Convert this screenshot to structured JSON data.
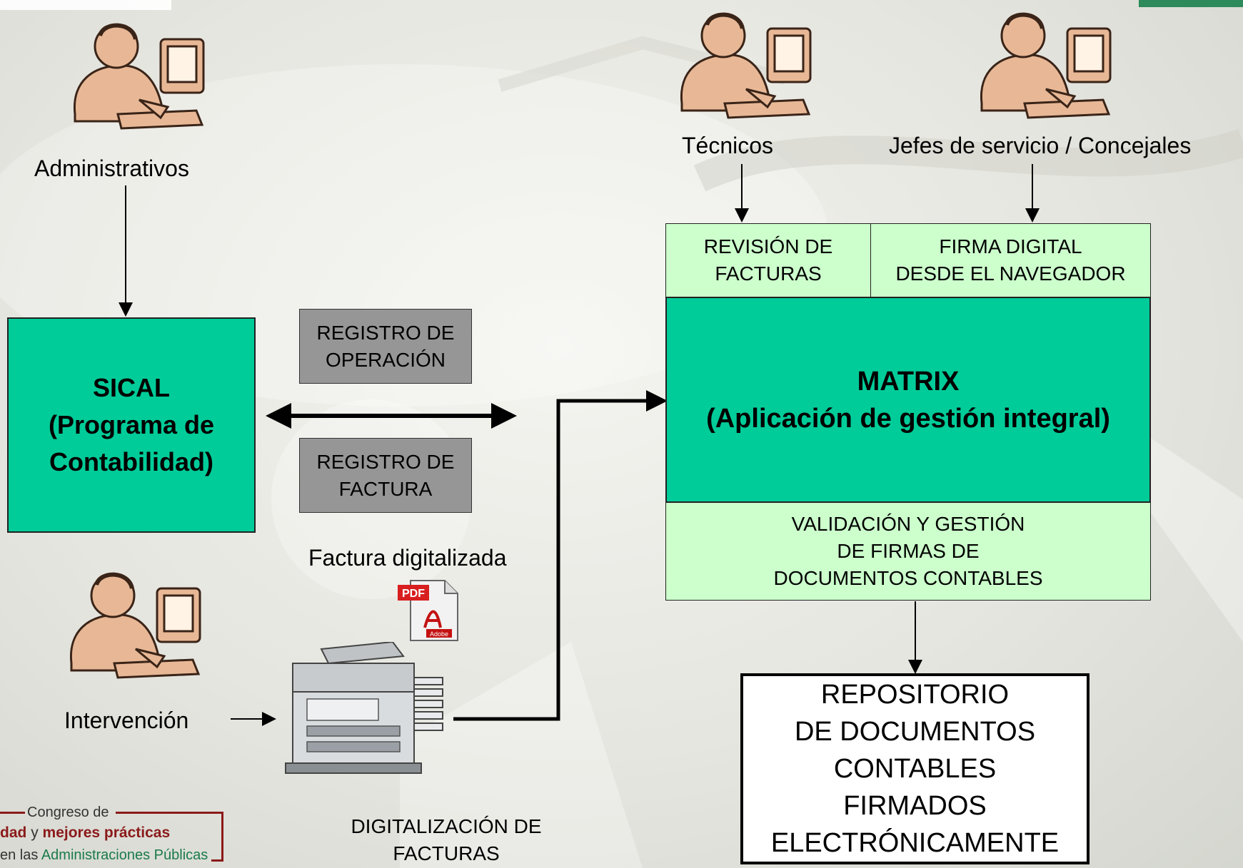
{
  "roles": {
    "administrativos": "Administrativos",
    "tecnicos": "Técnicos",
    "jefes": "Jefes de servicio / Concejales",
    "intervencion": "Intervención"
  },
  "sical": {
    "line1": "SICAL",
    "line2": "(Programa de",
    "line3": "Contabilidad)"
  },
  "registro_operacion": {
    "line1": "REGISTRO DE",
    "line2": "OPERACIÓN"
  },
  "registro_factura": {
    "line1": "REGISTRO DE",
    "line2": "FACTURA"
  },
  "matrix": {
    "revision": {
      "line1": "REVISIÓN DE",
      "line2": "FACTURAS"
    },
    "firma": {
      "line1": "FIRMA DIGITAL",
      "line2": "DESDE EL NAVEGADOR"
    },
    "title": "MATRIX",
    "subtitle": "(Aplicación de gestión integral)",
    "validacion": {
      "line1": "VALIDACIÓN Y GESTIÓN",
      "line2": "DE FIRMAS DE",
      "line3": "DOCUMENTOS CONTABLES"
    }
  },
  "factura_digitalizada": "Factura digitalizada",
  "pdf_icon": {
    "name": "pdf-file-icon",
    "badge": "PDF",
    "brand": "Adobe"
  },
  "scanner_icon": "scanner-copier-icon",
  "digitalizacion": {
    "line1": "DIGITALIZACIÓN DE",
    "line2": "FACTURAS"
  },
  "repositorio": {
    "line1": "REPOSITORIO",
    "line2": "DE DOCUMENTOS",
    "line3": "CONTABLES",
    "line4": "FIRMADOS",
    "line5": "ELECTRÓNICAMENTE"
  },
  "congress_logo": {
    "line1": "Congreso de",
    "line2a": "dad",
    "line2b": "y",
    "line2c": "mejores prácticas",
    "line3a": "en las",
    "line3b": "Administraciones Públicas"
  },
  "colors": {
    "teal": "#00cc99",
    "light_green": "#ccffcc",
    "grey_box": "#969696",
    "logo_red": "#8b1a1a",
    "logo_green": "#1a7a4a"
  }
}
